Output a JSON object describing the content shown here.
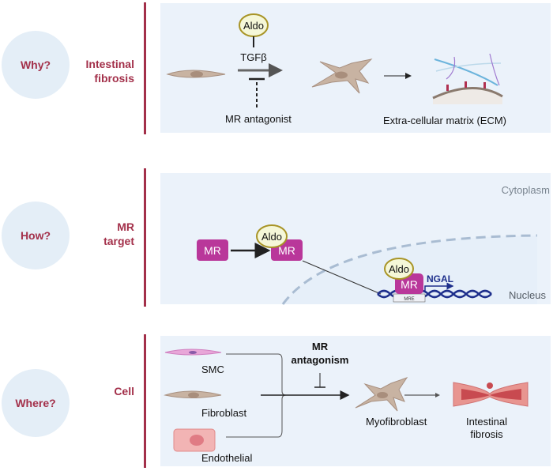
{
  "colors": {
    "accent": "#a3304a",
    "panel": "#ebf2fa",
    "circle": "#e4eef7",
    "mr": "#b9379a",
    "aldo": "#f5f7d8",
    "aldo_border": "#a89426",
    "dna": "#1e2f8c"
  },
  "rows": [
    {
      "question": "Why?",
      "label_lines": [
        "Intestinal",
        "fibrosis"
      ]
    },
    {
      "question": "How?",
      "label_lines": [
        "MR",
        "target"
      ]
    },
    {
      "question": "Where?",
      "label_lines": [
        "Cell"
      ]
    }
  ],
  "why_panel": {
    "aldo": "Aldo",
    "tgf": "TGFβ",
    "antagonist": "MR antagonist",
    "ecm": "Extra-cellular matrix (ECM)"
  },
  "how_panel": {
    "cytoplasm": "Cytoplasm",
    "nucleus": "Nucleus",
    "mr": "MR",
    "aldo": "Aldo",
    "ngal": "NGAL",
    "mre": "MRE"
  },
  "where_panel": {
    "smc": "SMC",
    "fibroblast": "Fibroblast",
    "endothelial": "Endothelial",
    "antagonism_lines": [
      "MR",
      "antagonism"
    ],
    "myofibroblast": "Myofibroblast",
    "fibrosis_lines": [
      "Intestinal",
      "fibrosis"
    ]
  }
}
